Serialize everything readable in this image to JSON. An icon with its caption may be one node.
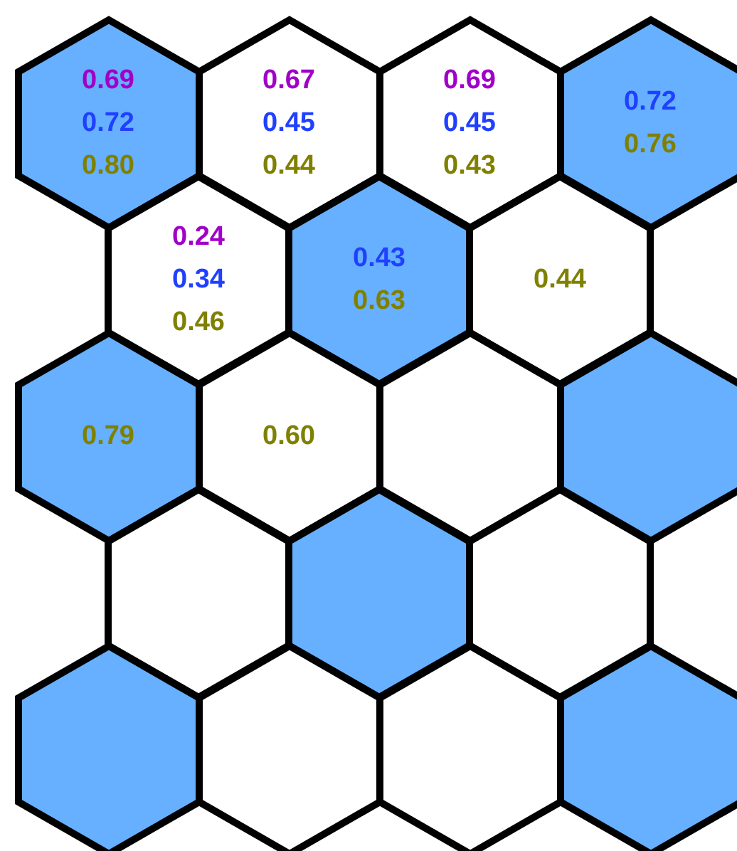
{
  "diagram": {
    "nodes": [
      {
        "text": [
          "0.69",
          "0.72",
          "0.80"
        ]
      },
      {
        "text": [
          "0.67",
          "0.45",
          "0.44"
        ]
      },
      {
        "text": [
          "0.69",
          "0.45",
          "0.43"
        ]
      },
      {
        "text": [
          "0.72",
          "0.76"
        ]
      },
      {
        "text": [
          "0.24",
          "0.34",
          "0.46"
        ]
      },
      {
        "text": [
          "0.43",
          "0.63"
        ]
      },
      {
        "text": [
          "0.44"
        ]
      },
      {
        "text": [
          "0.79"
        ]
      },
      {
        "text": [
          "0.60"
        ]
      },
      {
        "text": [],
        "shape": "hexagon"
      },
      {
        "text": [],
        "shape": "hexagon"
      },
      {
        "text": [],
        "shape": "hexagon"
      },
      {
        "text": [],
        "shape": "hexagon"
      },
      {
        "text": [],
        "shape": "hexagon"
      },
      {
        "text": [],
        "shape": "hexagon"
      },
      {
        "text": [],
        "shape": "hexagon"
      },
      {
        "text": [],
        "shape": "hexagon"
      },
      {
        "text": [],
        "shape": "hexagon"
      }
    ]
  }
}
